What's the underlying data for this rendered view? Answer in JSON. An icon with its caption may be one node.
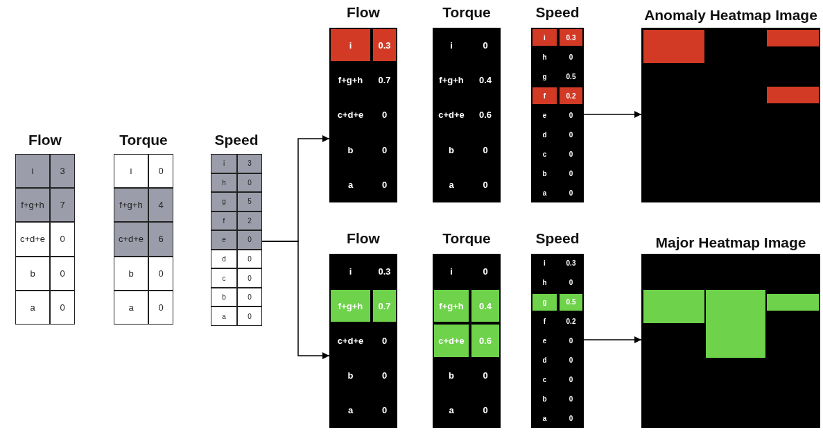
{
  "diagram": {
    "nodes": [
      {
        "text": [
          "Flow"
        ]
      },
      {
        "text": [
          "Torque"
        ]
      },
      {
        "text": [
          "Speed"
        ]
      },
      {
        "text": [
          "Flow"
        ]
      },
      {
        "text": [
          "Torque"
        ]
      },
      {
        "text": [
          "Speed"
        ]
      },
      {
        "text": [
          "Anomaly Heatmap Image"
        ]
      },
      {
        "text": [
          "Flow"
        ]
      },
      {
        "text": [
          "Torque"
        ]
      },
      {
        "text": [
          "Speed"
        ]
      },
      {
        "text": [
          "Major Heatmap Image"
        ]
      }
    ],
    "edges": [
      {
        "from": 2,
        "to": 3,
        "arrow": "to"
      },
      {
        "from": 2,
        "to": 7,
        "arrow": "to"
      },
      {
        "from": 5,
        "to": 6,
        "arrow": "to"
      },
      {
        "from": 9,
        "to": 10,
        "arrow": "to"
      }
    ],
    "labels": [
      "i",
      "3",
      "f+g+h",
      "7",
      "c+d+e",
      "0",
      "b",
      "0",
      "a",
      "0",
      "i",
      "0",
      "f+g+h",
      "4",
      "c+d+e",
      "6",
      "b",
      "0",
      "a",
      "0",
      "i",
      "3",
      "h",
      "0",
      "g",
      "5",
      "f",
      "2",
      "e",
      "0",
      "d",
      "0",
      "c",
      "0",
      "b",
      "0",
      "a",
      "0",
      "i",
      "0.3",
      "f+g+h",
      "0.7",
      "c+d+e",
      "0",
      "b",
      "0",
      "a",
      "0",
      "i",
      "0",
      "f+g+h",
      "0.4",
      "c+d+e",
      "0.6",
      "b",
      "0",
      "a",
      "0",
      "i",
      "0.3",
      "h",
      "0",
      "g",
      "0.5",
      "f",
      "0.2",
      "e",
      "0",
      "d",
      "0",
      "c",
      "0",
      "b",
      "0",
      "a",
      "0",
      "i",
      "0.3",
      "f+g+h",
      "0.7",
      "c+d+e",
      "0",
      "b",
      "0",
      "a",
      "0",
      "i",
      "0",
      "f+g+h",
      "0.4",
      "c+d+e",
      "0.6",
      "b",
      "0",
      "a",
      "0",
      "i",
      "0.3",
      "h",
      "0",
      "g",
      "0.5",
      "f",
      "0.2",
      "e",
      "0",
      "d",
      "0",
      "c",
      "0",
      "b",
      "0",
      "a",
      "0"
    ]
  }
}
